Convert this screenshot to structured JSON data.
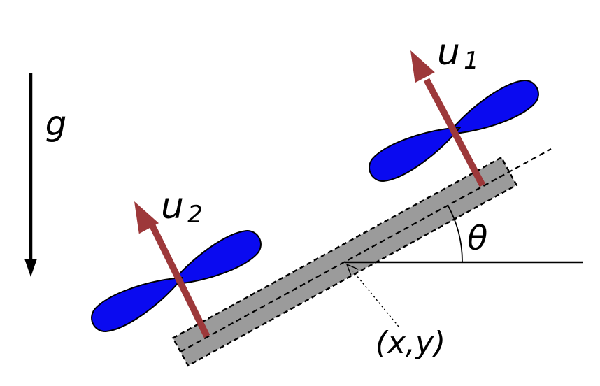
{
  "figure": {
    "background": "#ffffff",
    "labels": {
      "gravity": "g",
      "thrust1_base": "u",
      "thrust1_sub": "1",
      "thrust2_base": "u",
      "thrust2_sub": "2",
      "pitch_angle": "θ",
      "position": "(x,y)"
    },
    "colors": {
      "blade_blue": "#0a0af0",
      "thrust_red": "#9d383a",
      "body_gray": "#9b9b9b",
      "ink": "#000000"
    }
  }
}
